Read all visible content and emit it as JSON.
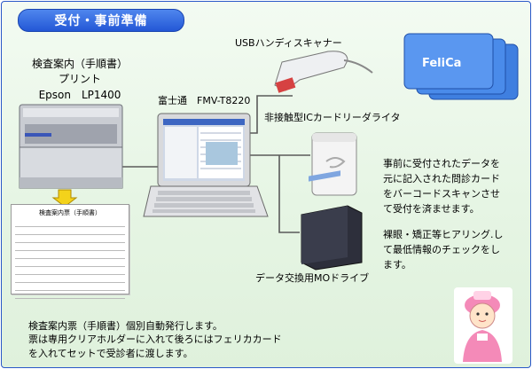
{
  "title": "受付・事前準備",
  "printer": {
    "lines": [
      "検査案内（手順書）",
      "プリント",
      "Epson　LP1400"
    ]
  },
  "computer": {
    "label": "富士通　FMV-T8220"
  },
  "scanner": {
    "label": "USBハンディスキャナー"
  },
  "card_reader": {
    "label": "非接触型ICカードリーダライタ"
  },
  "mo_drive": {
    "label": "データ交換用MOドライブ"
  },
  "felica": {
    "card_text": "FeliCa"
  },
  "form": {
    "title": "検査案内票（手順書）"
  },
  "right_description": {
    "para1": [
      "事前に受付されたデータを",
      "元に記入された問診カード",
      "をバーコードスキャンさせ",
      "て受付を済ませます。"
    ],
    "para2": [
      "裸眼・矯正等ヒアリング.し",
      "て最低情報のチェックをし",
      "ます。"
    ]
  },
  "bottom_description": [
    "検査案内票（手順書）個別自動発行します。",
    "票は専用クリアホルダーに入れて後ろにはフェリカカード",
    "を入れてセットで受診者に渡します。"
  ],
  "colors": {
    "frame": "#2a58c8",
    "title_bg": "#2357d6",
    "background": "#e6f5e4",
    "card": "#4f86ee"
  }
}
